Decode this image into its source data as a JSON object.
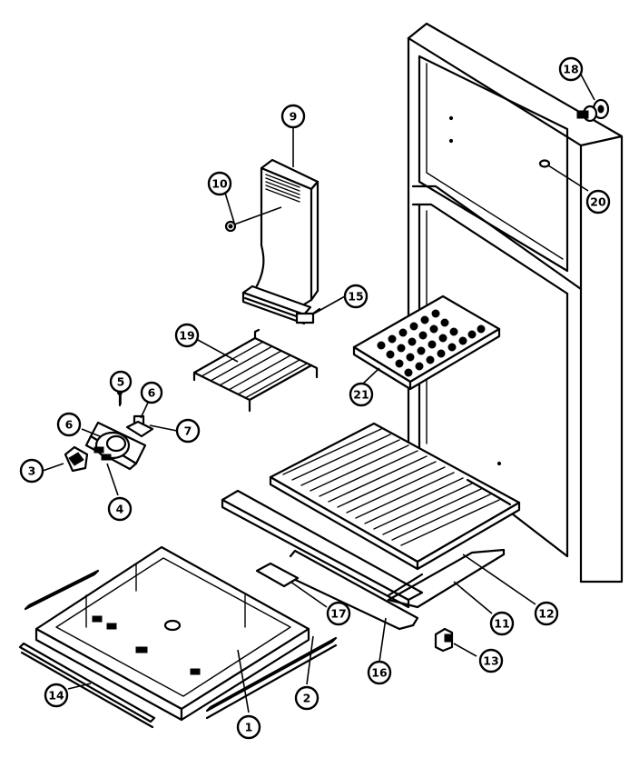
{
  "callouts": [
    {
      "id": "1",
      "label": "1"
    },
    {
      "id": "2",
      "label": "2"
    },
    {
      "id": "3",
      "label": "3"
    },
    {
      "id": "4",
      "label": "4"
    },
    {
      "id": "5",
      "label": "5"
    },
    {
      "id": "6a",
      "label": "6"
    },
    {
      "id": "6b",
      "label": "6"
    },
    {
      "id": "7",
      "label": "7"
    },
    {
      "id": "9",
      "label": "9"
    },
    {
      "id": "10",
      "label": "10"
    },
    {
      "id": "11",
      "label": "11"
    },
    {
      "id": "12",
      "label": "12"
    },
    {
      "id": "13",
      "label": "13"
    },
    {
      "id": "14",
      "label": "14"
    },
    {
      "id": "15",
      "label": "15"
    },
    {
      "id": "16",
      "label": "16"
    },
    {
      "id": "17",
      "label": "17"
    },
    {
      "id": "18",
      "label": "18"
    },
    {
      "id": "19",
      "label": "19"
    },
    {
      "id": "20",
      "label": "20"
    },
    {
      "id": "21",
      "label": "21"
    }
  ]
}
